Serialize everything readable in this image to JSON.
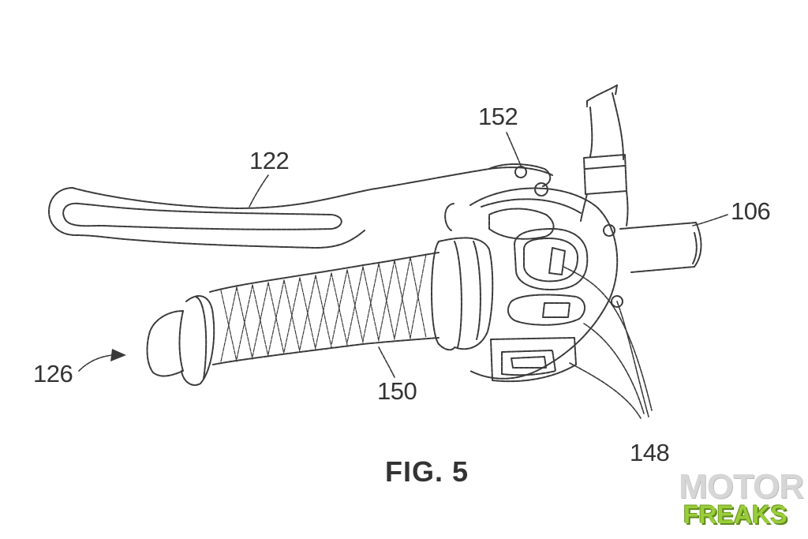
{
  "figure": {
    "caption": "FIG. 5",
    "labels": {
      "l122": "122",
      "l152": "152",
      "l106": "106",
      "l126": "126",
      "l150": "150",
      "l148": "148"
    }
  },
  "watermark": {
    "line1": "MOTOR",
    "line2": "FREAKS",
    "colors": {
      "top": "#d6d6d6",
      "bottom": "#9acd3a"
    }
  }
}
